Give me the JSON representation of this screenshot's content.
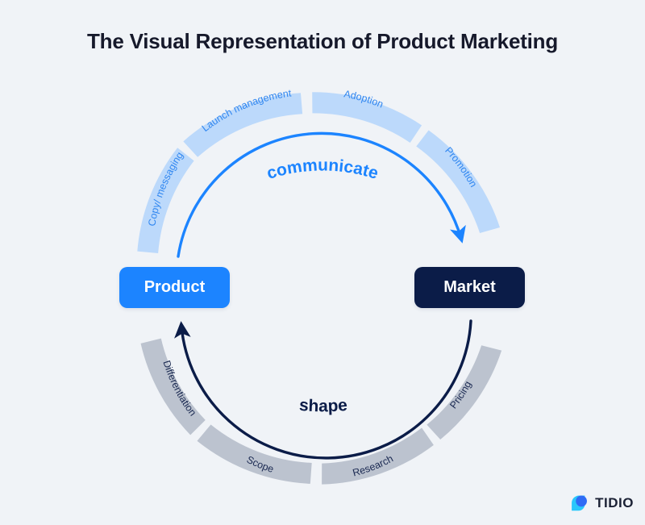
{
  "title": "The Visual Representation of Product Marketing",
  "nodes": {
    "left": {
      "label": "Product",
      "color": "#1c84ff"
    },
    "right": {
      "label": "Market",
      "color": "#0b1c48"
    }
  },
  "flows": {
    "top": {
      "label": "communicate",
      "color": "#1c84ff",
      "direction": "left-to-right"
    },
    "bottom": {
      "label": "shape",
      "color": "#0b1c48",
      "direction": "right-to-left"
    }
  },
  "top_arc": {
    "name": "communicate-arc",
    "segment_color": "#bcd9fb",
    "text_color": "#2f86f0",
    "segments": [
      {
        "label": "Copy/ messaging"
      },
      {
        "label": "Launch management"
      },
      {
        "label": "Adoption"
      },
      {
        "label": "Promotion"
      }
    ]
  },
  "bottom_arc": {
    "name": "shape-arc",
    "segment_color": "#bcc3cf",
    "text_color": "#1b2a52",
    "segments": [
      {
        "label": "Differentiation"
      },
      {
        "label": "Scope"
      },
      {
        "label": "Research"
      },
      {
        "label": "Pricing"
      }
    ]
  },
  "logo": {
    "text": "TIDIO",
    "mark_icon": "tidio-logo-icon",
    "mark_colors": [
      "#2ac7fb",
      "#2f6bf5"
    ]
  },
  "colors": {
    "background": "#f0f3f7",
    "title": "#16192b",
    "accent_blue": "#1c84ff",
    "accent_navy": "#0b1c48",
    "light_blue_segment": "#bcd9fb",
    "gray_segment": "#bcc3cf"
  },
  "chart_data": {
    "type": "diagram",
    "title": "The Visual Representation of Product Marketing",
    "shape": "two-way circular cycle",
    "center_nodes": [
      "Product",
      "Market"
    ],
    "arrows": [
      {
        "label": "communicate",
        "from": "Product",
        "to": "Market",
        "side": "top",
        "color": "#1c84ff"
      },
      {
        "label": "shape",
        "from": "Market",
        "to": "Product",
        "side": "bottom",
        "color": "#0b1c48"
      }
    ],
    "outer_segments_top": [
      "Copy/ messaging",
      "Launch management",
      "Adoption",
      "Promotion"
    ],
    "outer_segments_bottom": [
      "Differentiation",
      "Scope",
      "Research",
      "Pricing"
    ]
  }
}
